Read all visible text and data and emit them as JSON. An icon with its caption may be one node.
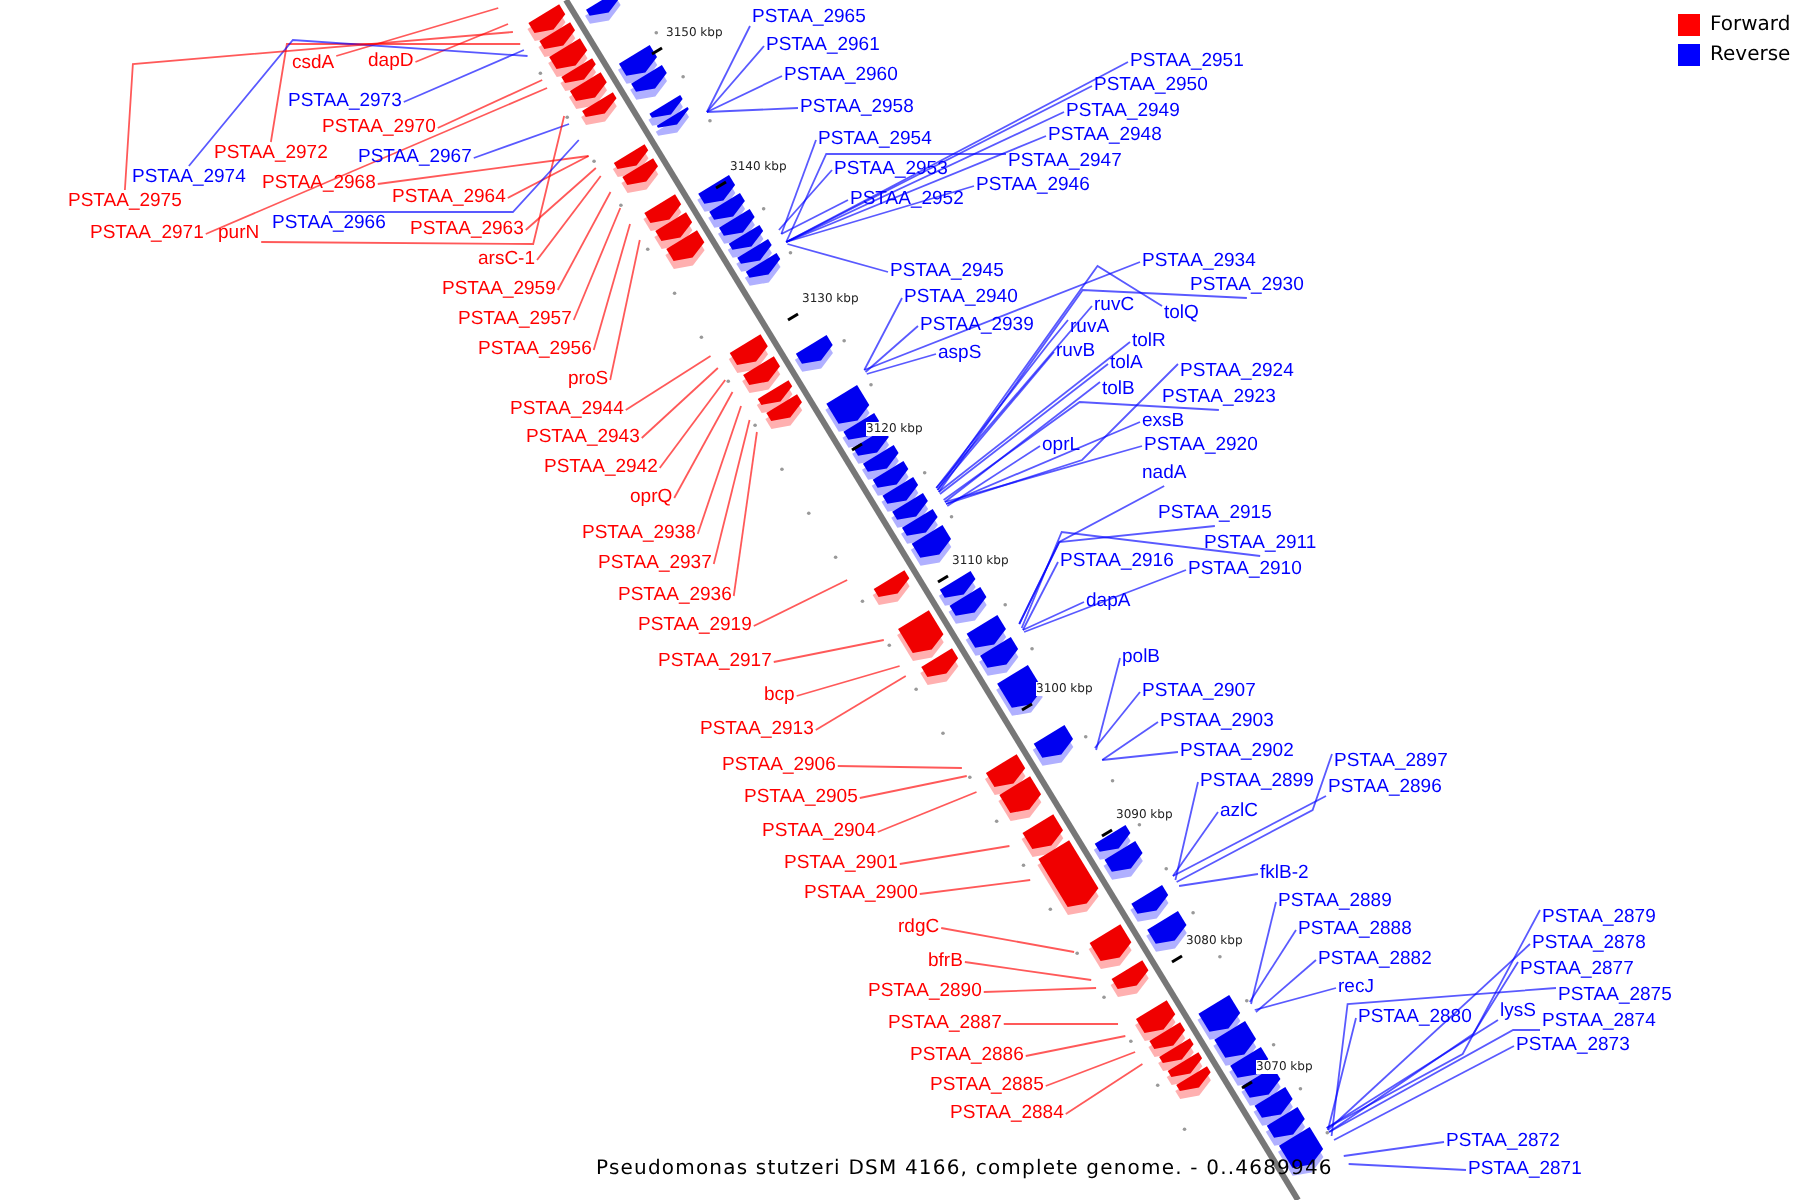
{
  "diagram": {
    "caption": "Pseudomonas stutzeri DSM 4166, complete genome. - 0..4689946",
    "nodes": [
      {
        "text": [
          "csdA"
        ]
      },
      {
        "text": [
          "dapD"
        ]
      },
      {
        "text": [
          "PSTAA_2973"
        ]
      },
      {
        "text": [
          "PSTAA_2970"
        ]
      },
      {
        "text": [
          "PSTAA_2972"
        ]
      },
      {
        "text": [
          "PSTAA_2967"
        ]
      },
      {
        "text": [
          "PSTAA_2974"
        ]
      },
      {
        "text": [
          "PSTAA_2968"
        ]
      },
      {
        "text": [
          "PSTAA_2975"
        ]
      },
      {
        "text": [
          "PSTAA_2964"
        ]
      },
      {
        "text": [
          "PSTAA_2971"
        ]
      },
      {
        "text": [
          "purN"
        ]
      },
      {
        "text": [
          "PSTAA_2966"
        ]
      },
      {
        "text": [
          "PSTAA_2963"
        ]
      },
      {
        "text": [
          "arsC-1"
        ]
      },
      {
        "text": [
          "PSTAA_2959"
        ]
      },
      {
        "text": [
          "PSTAA_2957"
        ]
      },
      {
        "text": [
          "PSTAA_2956"
        ]
      },
      {
        "text": [
          "proS"
        ]
      },
      {
        "text": [
          "PSTAA_2944"
        ]
      },
      {
        "text": [
          "PSTAA_2943"
        ]
      },
      {
        "text": [
          "PSTAA_2942"
        ]
      },
      {
        "text": [
          "oprQ"
        ]
      },
      {
        "text": [
          "PSTAA_2938"
        ]
      },
      {
        "text": [
          "PSTAA_2937"
        ]
      },
      {
        "text": [
          "PSTAA_2936"
        ]
      },
      {
        "text": [
          "PSTAA_2919"
        ]
      },
      {
        "text": [
          "PSTAA_2917"
        ]
      },
      {
        "text": [
          "bcp"
        ]
      },
      {
        "text": [
          "PSTAA_2913"
        ]
      },
      {
        "text": [
          "PSTAA_2906"
        ]
      },
      {
        "text": [
          "PSTAA_2905"
        ]
      },
      {
        "text": [
          "PSTAA_2904"
        ]
      },
      {
        "text": [
          "PSTAA_2901"
        ]
      },
      {
        "text": [
          "PSTAA_2900"
        ]
      },
      {
        "text": [
          "rdgC"
        ]
      },
      {
        "text": [
          "bfrB"
        ]
      },
      {
        "text": [
          "PSTAA_2890"
        ]
      },
      {
        "text": [
          "PSTAA_2887"
        ]
      },
      {
        "text": [
          "PSTAA_2886"
        ]
      },
      {
        "text": [
          "PSTAA_2885"
        ]
      },
      {
        "text": [
          "PSTAA_2884"
        ]
      },
      {
        "text": [
          "PSTAA_2965"
        ]
      },
      {
        "text": [
          "PSTAA_2961"
        ]
      },
      {
        "text": [
          "PSTAA_2960"
        ]
      },
      {
        "text": [
          "PSTAA_2958"
        ]
      },
      {
        "text": [
          "PSTAA_2954"
        ]
      },
      {
        "text": [
          "PSTAA_2953"
        ]
      },
      {
        "text": [
          "PSTAA_2952"
        ]
      },
      {
        "text": [
          "PSTAA_2951"
        ]
      },
      {
        "text": [
          "PSTAA_2950"
        ]
      },
      {
        "text": [
          "PSTAA_2949"
        ]
      },
      {
        "text": [
          "PSTAA_2948"
        ]
      },
      {
        "text": [
          "PSTAA_2947"
        ]
      },
      {
        "text": [
          "PSTAA_2946"
        ]
      },
      {
        "text": [
          "PSTAA_2945"
        ]
      },
      {
        "text": [
          "PSTAA_2940"
        ]
      },
      {
        "text": [
          "PSTAA_2939"
        ]
      },
      {
        "text": [
          "aspS"
        ]
      },
      {
        "text": [
          "PSTAA_2934"
        ]
      },
      {
        "text": [
          "ruvC"
        ]
      },
      {
        "text": [
          "PSTAA_2930"
        ]
      },
      {
        "text": [
          "tolQ"
        ]
      },
      {
        "text": [
          "ruvA"
        ]
      },
      {
        "text": [
          "tolR"
        ]
      },
      {
        "text": [
          "ruvB"
        ]
      },
      {
        "text": [
          "tolA"
        ]
      },
      {
        "text": [
          "PSTAA_2924"
        ]
      },
      {
        "text": [
          "tolB"
        ]
      },
      {
        "text": [
          "PSTAA_2923"
        ]
      },
      {
        "text": [
          "exsB"
        ]
      },
      {
        "text": [
          "PSTAA_2920"
        ]
      },
      {
        "text": [
          "oprL"
        ]
      },
      {
        "text": [
          "nadA"
        ]
      },
      {
        "text": [
          "PSTAA_2915"
        ]
      },
      {
        "text": [
          "PSTAA_2911"
        ]
      },
      {
        "text": [
          "PSTAA_2916"
        ]
      },
      {
        "text": [
          "PSTAA_2910"
        ]
      },
      {
        "text": [
          "dapA"
        ]
      },
      {
        "text": [
          "polB"
        ]
      },
      {
        "text": [
          "PSTAA_2907"
        ]
      },
      {
        "text": [
          "PSTAA_2903"
        ]
      },
      {
        "text": [
          "PSTAA_2902"
        ]
      },
      {
        "text": [
          "PSTAA_2897"
        ]
      },
      {
        "text": [
          "PSTAA_2899"
        ]
      },
      {
        "text": [
          "PSTAA_2896"
        ]
      },
      {
        "text": [
          "azlC"
        ]
      },
      {
        "text": [
          "fklB-2"
        ]
      },
      {
        "text": [
          "PSTAA_2889"
        ]
      },
      {
        "text": [
          "PSTAA_2888"
        ]
      },
      {
        "text": [
          "PSTAA_2879"
        ]
      },
      {
        "text": [
          "PSTAA_2878"
        ]
      },
      {
        "text": [
          "PSTAA_2882"
        ]
      },
      {
        "text": [
          "PSTAA_2877"
        ]
      },
      {
        "text": [
          "recJ"
        ]
      },
      {
        "text": [
          "PSTAA_2875"
        ]
      },
      {
        "text": [
          "lysS"
        ]
      },
      {
        "text": [
          "PSTAA_2880"
        ]
      },
      {
        "text": [
          "PSTAA_2874"
        ]
      },
      {
        "text": [
          "PSTAA_2873"
        ]
      },
      {
        "text": [
          "PSTAA_2872"
        ]
      },
      {
        "text": [
          "PSTAA_2871"
        ]
      }
    ],
    "edges": [
      {
        "from": 0,
        "to": null,
        "arrow": "none",
        "color": "#ff0000"
      },
      {
        "from": 1,
        "to": null,
        "arrow": "none",
        "color": "#ff0000"
      },
      {
        "from": 2,
        "to": null,
        "arrow": "none"
      },
      {
        "from": 3,
        "to": null,
        "arrow": "none",
        "color": "#ff0000"
      },
      {
        "from": 4,
        "to": null,
        "arrow": "none",
        "color": "#ff0000"
      },
      {
        "from": 5,
        "to": null,
        "arrow": "none"
      },
      {
        "from": 6,
        "to": null,
        "arrow": "none"
      },
      {
        "from": 7,
        "to": null,
        "arrow": "none",
        "color": "#ff0000"
      },
      {
        "from": 8,
        "to": null,
        "arrow": "none",
        "color": "#ff0000"
      },
      {
        "from": 9,
        "to": null,
        "arrow": "none",
        "color": "#ff0000"
      },
      {
        "from": 10,
        "to": null,
        "arrow": "none",
        "color": "#ff0000"
      },
      {
        "from": 11,
        "to": null,
        "arrow": "none",
        "color": "#ff0000"
      },
      {
        "from": 12,
        "to": null,
        "arrow": "none"
      },
      {
        "from": 13,
        "to": null,
        "arrow": "none",
        "color": "#ff0000"
      },
      {
        "from": 14,
        "to": null,
        "arrow": "none",
        "color": "#ff0000"
      },
      {
        "from": 15,
        "to": null,
        "arrow": "none",
        "color": "#ff0000"
      },
      {
        "from": 16,
        "to": null,
        "arrow": "none",
        "color": "#ff0000"
      },
      {
        "from": 17,
        "to": null,
        "arrow": "none",
        "color": "#ff0000"
      },
      {
        "from": 18,
        "to": null,
        "arrow": "none",
        "color": "#ff0000"
      },
      {
        "from": 19,
        "to": null,
        "arrow": "none",
        "color": "#ff0000"
      },
      {
        "from": 20,
        "to": null,
        "arrow": "none",
        "color": "#ff0000"
      },
      {
        "from": 21,
        "to": null,
        "arrow": "none",
        "color": "#ff0000"
      },
      {
        "from": 22,
        "to": null,
        "arrow": "none",
        "color": "#ff0000"
      },
      {
        "from": 23,
        "to": null,
        "arrow": "none",
        "color": "#ff0000"
      },
      {
        "from": 24,
        "to": null,
        "arrow": "none",
        "color": "#ff0000"
      },
      {
        "from": 25,
        "to": null,
        "arrow": "none",
        "color": "#ff0000"
      },
      {
        "from": 26,
        "to": null,
        "arrow": "none",
        "color": "#ff0000"
      },
      {
        "from": 27,
        "to": null,
        "arrow": "none",
        "color": "#ff0000"
      },
      {
        "from": 28,
        "to": null,
        "arrow": "none",
        "color": "#ff0000"
      },
      {
        "from": 29,
        "to": null,
        "arrow": "none",
        "color": "#ff0000"
      },
      {
        "from": 30,
        "to": null,
        "arrow": "none",
        "color": "#ff0000"
      },
      {
        "from": 31,
        "to": null,
        "arrow": "none",
        "color": "#ff0000"
      },
      {
        "from": 32,
        "to": null,
        "arrow": "none",
        "color": "#ff0000"
      },
      {
        "from": 33,
        "to": null,
        "arrow": "none",
        "color": "#ff0000"
      },
      {
        "from": 34,
        "to": null,
        "arrow": "none",
        "color": "#ff0000"
      },
      {
        "from": 35,
        "to": null,
        "arrow": "none",
        "color": "#ff0000"
      },
      {
        "from": 36,
        "to": null,
        "arrow": "none",
        "color": "#ff0000"
      },
      {
        "from": 37,
        "to": null,
        "arrow": "none",
        "color": "#ff0000"
      },
      {
        "from": 38,
        "to": null,
        "arrow": "none",
        "color": "#ff0000"
      },
      {
        "from": 39,
        "to": null,
        "arrow": "none",
        "color": "#ff0000"
      },
      {
        "from": 40,
        "to": null,
        "arrow": "none",
        "color": "#ff0000"
      },
      {
        "from": 41,
        "to": null,
        "arrow": "none",
        "color": "#ff0000"
      },
      {
        "from": 42,
        "to": null,
        "arrow": "none"
      },
      {
        "from": 43,
        "to": null,
        "arrow": "none"
      },
      {
        "from": 44,
        "to": null,
        "arrow": "none"
      },
      {
        "from": 45,
        "to": null,
        "arrow": "none"
      },
      {
        "from": 46,
        "to": null,
        "arrow": "none"
      },
      {
        "from": 47,
        "to": null,
        "arrow": "none"
      },
      {
        "from": 48,
        "to": null,
        "arrow": "none"
      },
      {
        "from": 49,
        "to": null,
        "arrow": "none"
      },
      {
        "from": 50,
        "to": null,
        "arrow": "none"
      },
      {
        "from": 51,
        "to": null,
        "arrow": "none"
      },
      {
        "from": 52,
        "to": null,
        "arrow": "none"
      },
      {
        "from": 53,
        "to": null,
        "arrow": "none"
      },
      {
        "from": 54,
        "to": null,
        "arrow": "none"
      },
      {
        "from": 55,
        "to": null,
        "arrow": "none"
      },
      {
        "from": 56,
        "to": null,
        "arrow": "none"
      },
      {
        "from": 57,
        "to": null,
        "arrow": "none"
      },
      {
        "from": 58,
        "to": null,
        "arrow": "none"
      },
      {
        "from": 59,
        "to": null,
        "arrow": "none"
      },
      {
        "from": 60,
        "to": null,
        "arrow": "none"
      },
      {
        "from": 61,
        "to": null,
        "arrow": "none"
      },
      {
        "from": 62,
        "to": null,
        "arrow": "none"
      },
      {
        "from": 63,
        "to": null,
        "arrow": "none"
      },
      {
        "from": 64,
        "to": null,
        "arrow": "none"
      },
      {
        "from": 65,
        "to": null,
        "arrow": "none"
      },
      {
        "from": 66,
        "to": null,
        "arrow": "none"
      },
      {
        "from": 67,
        "to": null,
        "arrow": "none"
      },
      {
        "from": 68,
        "to": null,
        "arrow": "none"
      },
      {
        "from": 69,
        "to": null,
        "arrow": "none"
      },
      {
        "from": 70,
        "to": null,
        "arrow": "none"
      },
      {
        "from": 71,
        "to": null,
        "arrow": "none"
      },
      {
        "from": 72,
        "to": null,
        "arrow": "none"
      },
      {
        "from": 73,
        "to": null,
        "arrow": "none"
      },
      {
        "from": 74,
        "to": null,
        "arrow": "none"
      },
      {
        "from": 75,
        "to": null,
        "arrow": "none"
      },
      {
        "from": 76,
        "to": null,
        "arrow": "none"
      },
      {
        "from": 77,
        "to": null,
        "arrow": "none"
      },
      {
        "from": 78,
        "to": null,
        "arrow": "none"
      },
      {
        "from": 79,
        "to": null,
        "arrow": "none"
      },
      {
        "from": 80,
        "to": null,
        "arrow": "none"
      },
      {
        "from": 81,
        "to": null,
        "arrow": "none"
      },
      {
        "from": 82,
        "to": null,
        "arrow": "none"
      },
      {
        "from": 83,
        "to": null,
        "arrow": "none"
      },
      {
        "from": 84,
        "to": null,
        "arrow": "none"
      },
      {
        "from": 85,
        "to": null,
        "arrow": "none"
      },
      {
        "from": 86,
        "to": null,
        "arrow": "none"
      },
      {
        "from": 87,
        "to": null,
        "arrow": "none"
      },
      {
        "from": 88,
        "to": null,
        "arrow": "none"
      },
      {
        "from": 89,
        "to": null,
        "arrow": "none"
      },
      {
        "from": 90,
        "to": null,
        "arrow": "none"
      },
      {
        "from": 91,
        "to": null,
        "arrow": "none"
      },
      {
        "from": 92,
        "to": null,
        "arrow": "none"
      },
      {
        "from": 93,
        "to": null,
        "arrow": "none"
      },
      {
        "from": 94,
        "to": null,
        "arrow": "none"
      },
      {
        "from": 95,
        "to": null,
        "arrow": "none"
      },
      {
        "from": 96,
        "to": null,
        "arrow": "none"
      },
      {
        "from": 97,
        "to": null,
        "arrow": "none"
      },
      {
        "from": 98,
        "to": null,
        "arrow": "none"
      },
      {
        "from": 99,
        "to": null,
        "arrow": "none"
      },
      {
        "from": 100,
        "to": null,
        "arrow": "none"
      },
      {
        "from": 101,
        "to": null,
        "arrow": "none"
      }
    ],
    "labels": [
      "3150 kbp",
      "3140 kbp",
      "3130 kbp",
      "3120 kbp",
      "3110 kbp",
      "3100 kbp",
      "3090 kbp",
      "3080 kbp",
      "3070 kbp"
    ],
    "legend": [
      {
        "text": "Forward",
        "color": "#ff0000"
      },
      {
        "text": "Reverse",
        "color": "#0000ff"
      }
    ]
  }
}
